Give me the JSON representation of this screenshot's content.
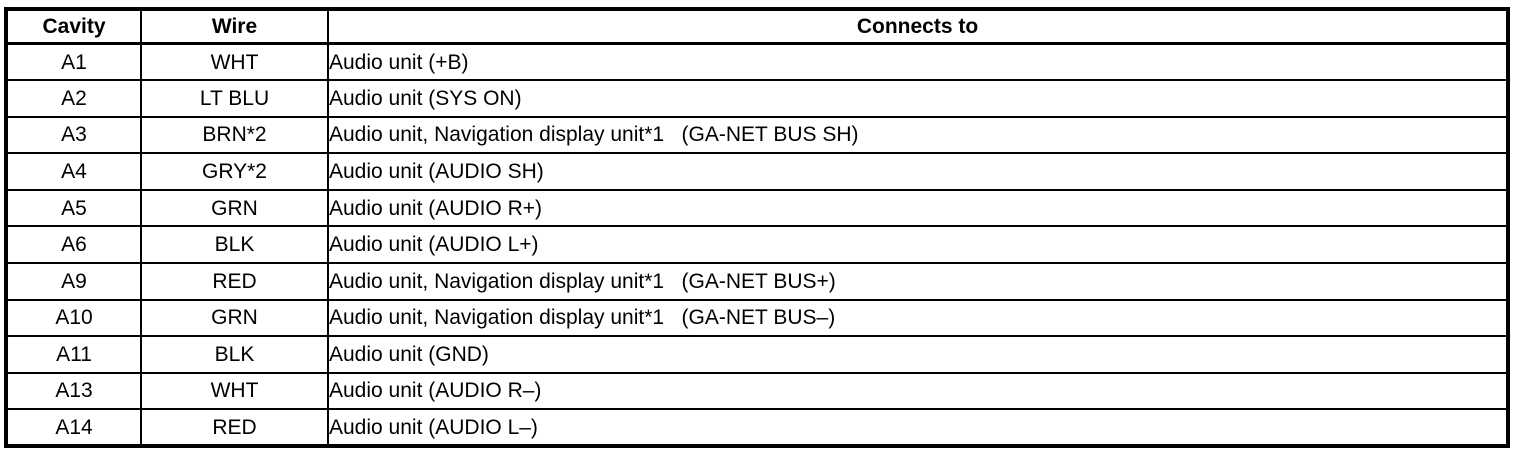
{
  "table": {
    "headers": {
      "cavity": "Cavity",
      "wire": "Wire",
      "connects": "Connects to"
    },
    "rows": [
      {
        "cavity": "A1",
        "wire": "WHT",
        "connects": "Audio unit (+B)"
      },
      {
        "cavity": "A2",
        "wire": "LT BLU",
        "connects": "Audio unit (SYS ON)"
      },
      {
        "cavity": "A3",
        "wire": "BRN*2",
        "connects": "Audio unit, Navigation display unit*1   (GA-NET BUS SH)"
      },
      {
        "cavity": "A4",
        "wire": "GRY*2",
        "connects": "Audio unit (AUDIO SH)"
      },
      {
        "cavity": "A5",
        "wire": "GRN",
        "connects": "Audio unit (AUDIO R+)"
      },
      {
        "cavity": "A6",
        "wire": "BLK",
        "connects": "Audio unit (AUDIO L+)"
      },
      {
        "cavity": "A9",
        "wire": "RED",
        "connects": "Audio unit, Navigation display unit*1   (GA-NET BUS+)"
      },
      {
        "cavity": "A10",
        "wire": "GRN",
        "connects": "Audio unit, Navigation display unit*1   (GA-NET BUS–)"
      },
      {
        "cavity": "A11",
        "wire": "BLK",
        "connects": "Audio unit (GND)"
      },
      {
        "cavity": "A13",
        "wire": "WHT",
        "connects": "Audio unit (AUDIO R–)"
      },
      {
        "cavity": "A14",
        "wire": "RED",
        "connects": "Audio unit (AUDIO L–)"
      }
    ],
    "border_color": "#000000",
    "background_color": "#ffffff"
  }
}
